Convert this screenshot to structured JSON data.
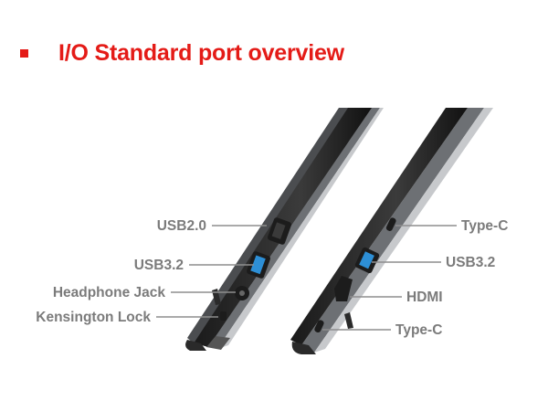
{
  "slide": {
    "title": "I/O Standard port overview",
    "accent_color": "#e41b17",
    "label_color": "#7b7b7b"
  },
  "left_side": {
    "ports": [
      {
        "label": "USB2.0",
        "icon": "usb-a-port"
      },
      {
        "label": "USB3.2",
        "icon": "usb-a-port-blue"
      },
      {
        "label": "Headphone Jack",
        "icon": "audio-jack"
      },
      {
        "label": "Kensington Lock",
        "icon": "lock-slot"
      }
    ]
  },
  "right_side": {
    "ports": [
      {
        "label": "Type-C",
        "icon": "usb-c-port"
      },
      {
        "label": "USB3.2",
        "icon": "usb-a-port-blue"
      },
      {
        "label": "HDMI",
        "icon": "hdmi-port"
      },
      {
        "label": "Type-C",
        "icon": "usb-c-port"
      }
    ]
  }
}
